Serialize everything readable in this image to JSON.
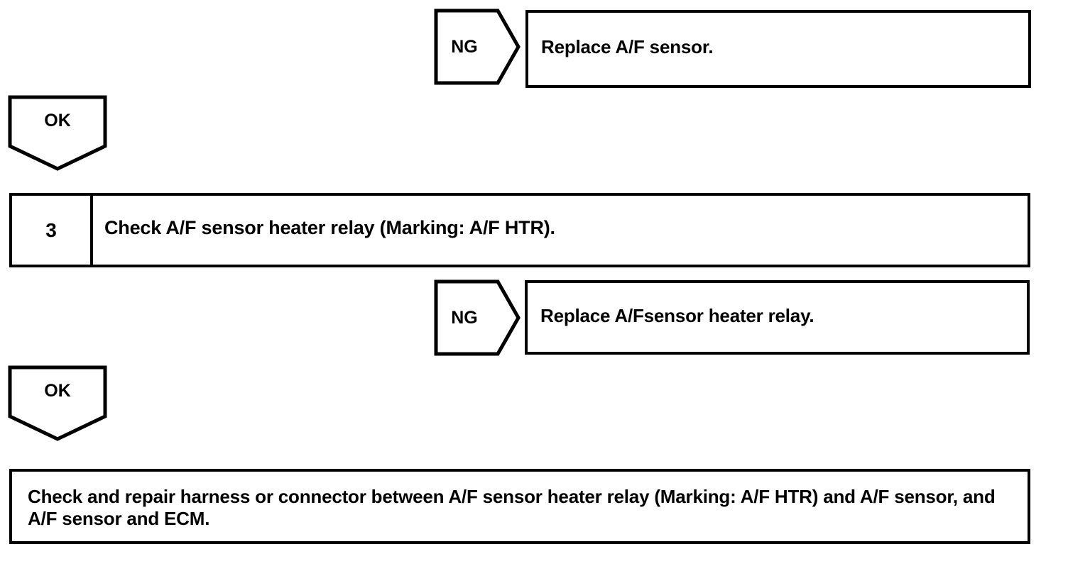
{
  "document": {
    "type": "diagnostic-flowchart",
    "title": "A/F Sensor Heater Relay Diagnostic Flowchart"
  },
  "nodes": {
    "replace_sensor": {
      "branch_label": "NG",
      "text": "Replace A/F sensor."
    },
    "ok_branch_1": {
      "label": "OK"
    },
    "step3": {
      "number": "3",
      "text": "Check A/F sensor heater relay (Marking: A/F HTR)."
    },
    "replace_relay": {
      "branch_label": "NG",
      "text": "Replace A/Fsensor heater relay."
    },
    "ok_branch_2": {
      "label": "OK"
    },
    "final_action": {
      "text": "Check and repair harness or connector between A/F sensor heater relay (Marking: A/F HTR) and A/F sensor, and A/F sensor and ECM."
    }
  },
  "colors": {
    "stroke": "#000000",
    "background": "#ffffff",
    "text": "#000000"
  }
}
